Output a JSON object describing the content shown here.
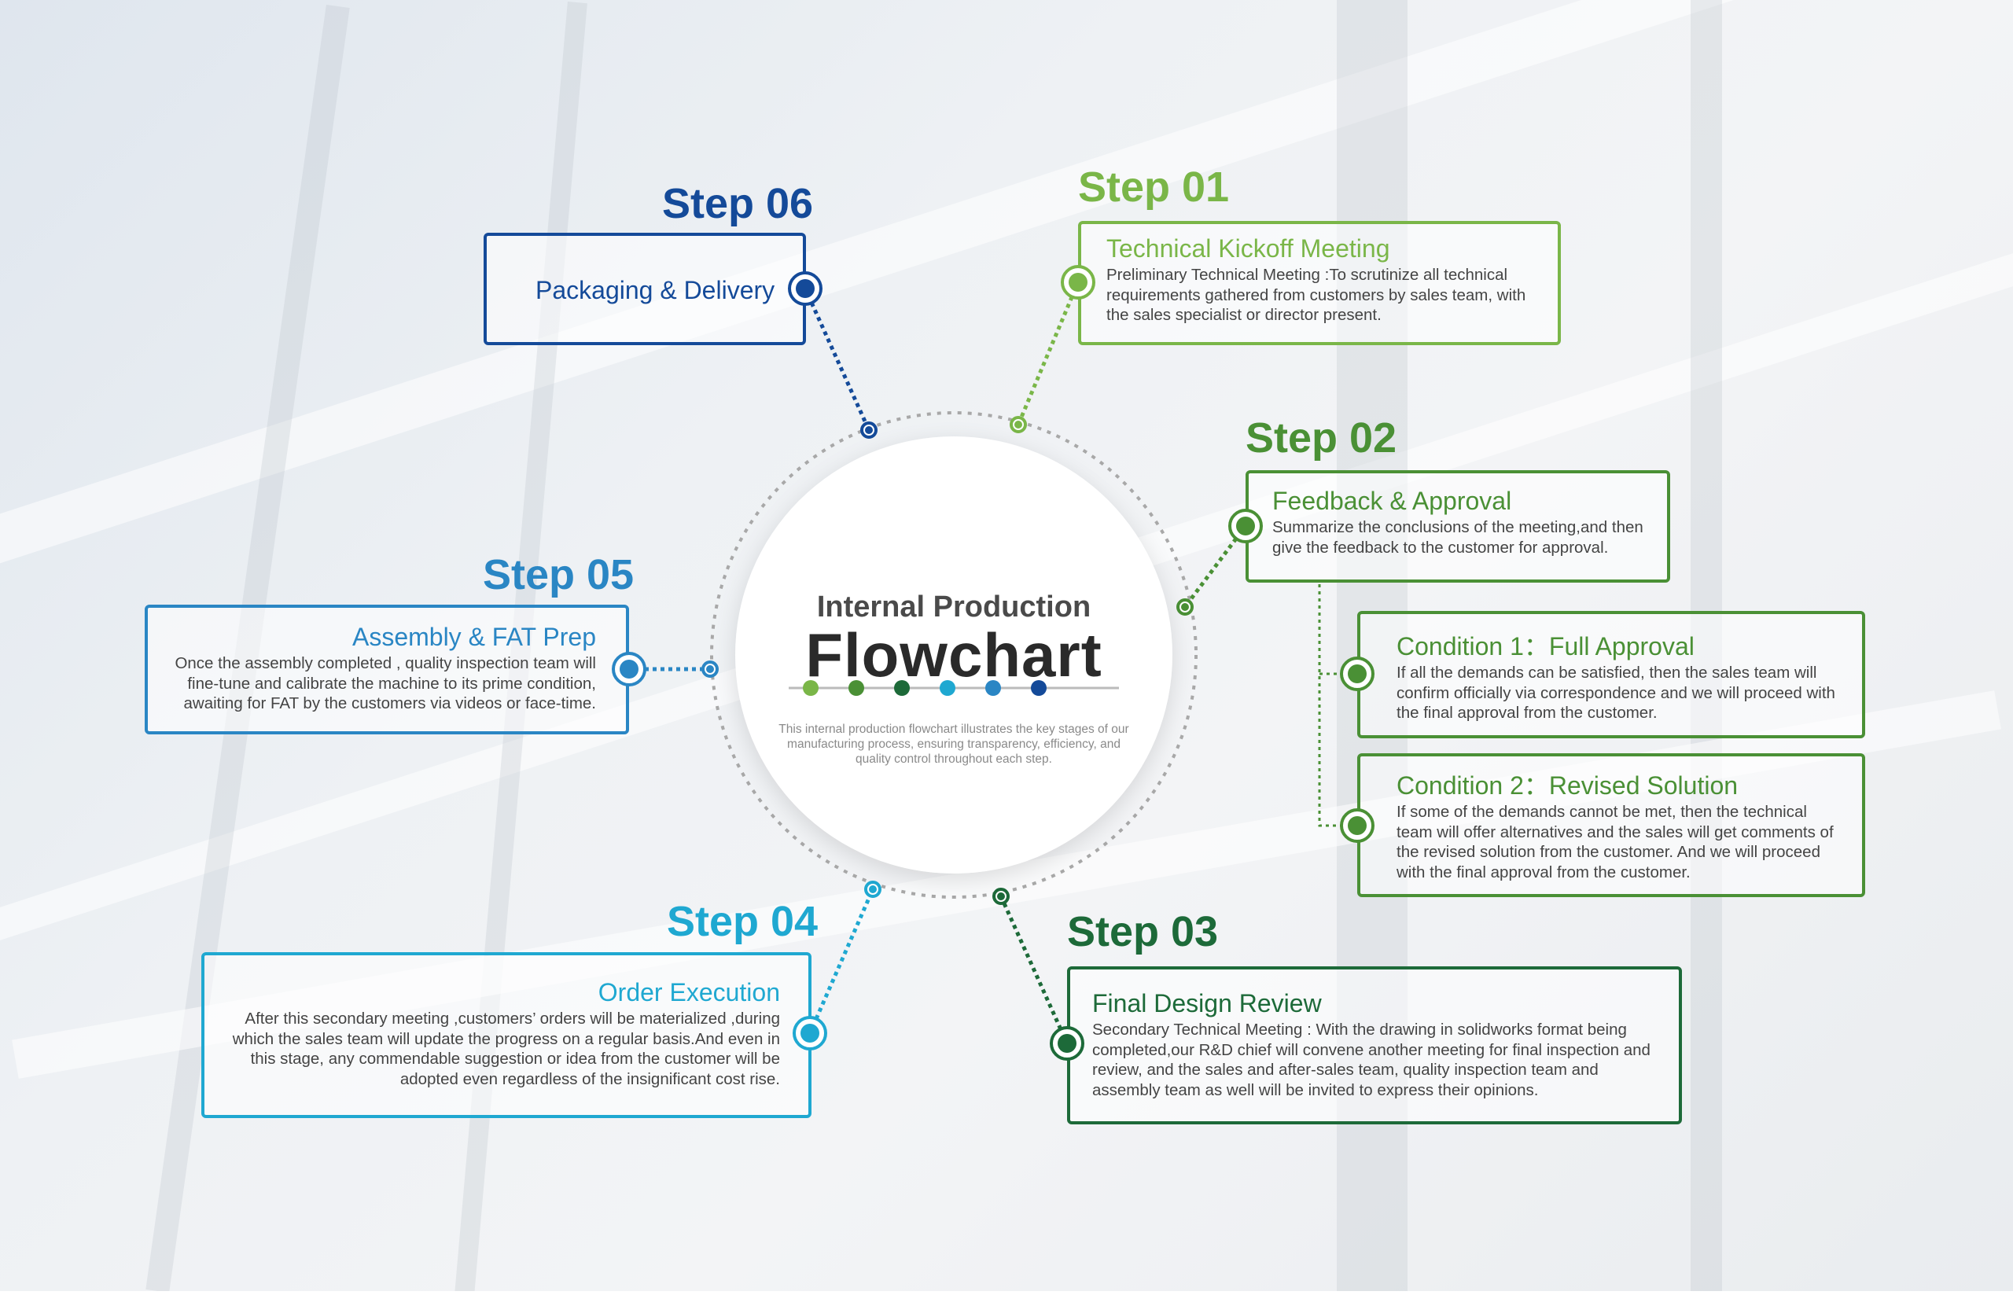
{
  "colors": {
    "step01": "#7ab648",
    "step02": "#4a9035",
    "step03": "#1d6a39",
    "step04": "#1fa8d1",
    "step05": "#2a86c4",
    "step06": "#144a99"
  },
  "center": {
    "line1": "Internal Production",
    "line2": "Flowchart",
    "description": "This internal production flowchart illustrates the key stages of our manufacturing process, ensuring transparency, efficiency, and quality control throughout each step."
  },
  "steps": {
    "s01": {
      "label": "Step 01",
      "title": "Technical Kickoff Meeting",
      "body": "Preliminary Technical Meeting :To scrutinize all technical requirements gathered from customers by sales team, with the sales specialist or director present."
    },
    "s02": {
      "label": "Step 02",
      "title": "Feedback & Approval",
      "body": "Summarize the conclusions of the meeting,and then give the feedback to the customer for approval.",
      "conditions": [
        {
          "title": "Condition 1：Full Approval",
          "body": "If all the demands can be satisfied, then the sales team will confirm officially via correspondence and we will proceed with the final approval from the customer."
        },
        {
          "title": "Condition 2：Revised Solution",
          "body": "If some of the demands cannot be met, then the technical team will offer alternatives and the sales will get comments of the revised solution from the customer. And we will proceed with the final approval from the customer."
        }
      ]
    },
    "s03": {
      "label": "Step 03",
      "title": "Final Design Review",
      "body": "Secondary Technical Meeting : With the drawing in solidworks format being completed,our R&D chief will convene another meeting for final inspection and review, and the sales and after-sales team, quality inspection team and assembly team as well will be invited to express their opinions."
    },
    "s04": {
      "label": "Step 04",
      "title": "Order Execution",
      "body": "After this secondary meeting ,customers’ orders will be materialized ,during which the sales team will update the progress on a regular basis.And even in this stage, any commendable suggestion or idea from the customer will be adopted even regardless of the insignificant cost rise."
    },
    "s05": {
      "label": "Step 05",
      "title": "Assembly & FAT Prep",
      "body": "Once the assembly completed , quality inspection team will fine-tune and calibrate the machine to its prime condition, awaiting for FAT by the customers via videos or face-time."
    },
    "s06": {
      "label": "Step 06",
      "title": "Packaging & Delivery"
    }
  }
}
